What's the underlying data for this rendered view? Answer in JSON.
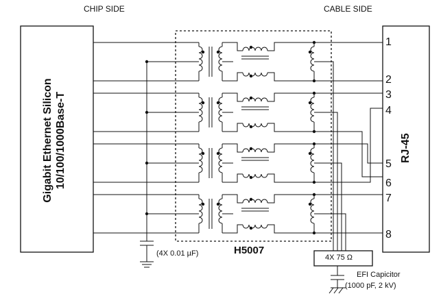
{
  "headers": {
    "chip_side": "CHIP SIDE",
    "cable_side": "CABLE SIDE"
  },
  "chip_block": {
    "line1": "Gigabit Ethernet Silicon",
    "line2": "10/100/1000Base-T"
  },
  "connector": {
    "label": "RJ-45",
    "pins": [
      "1",
      "2",
      "3",
      "4",
      "5",
      "6",
      "7",
      "8"
    ]
  },
  "module": {
    "part_number": "H5007"
  },
  "capacitors": {
    "label": "(4X 0.01 µF)"
  },
  "termination": {
    "resistor_label": "4X 75 Ω"
  },
  "efi_cap": {
    "title": "EFI Capicitor",
    "spec": "(1000 pF, 2 kV)"
  },
  "colors": {
    "line": "#111111",
    "background": "#ffffff"
  },
  "channel_count": 4
}
